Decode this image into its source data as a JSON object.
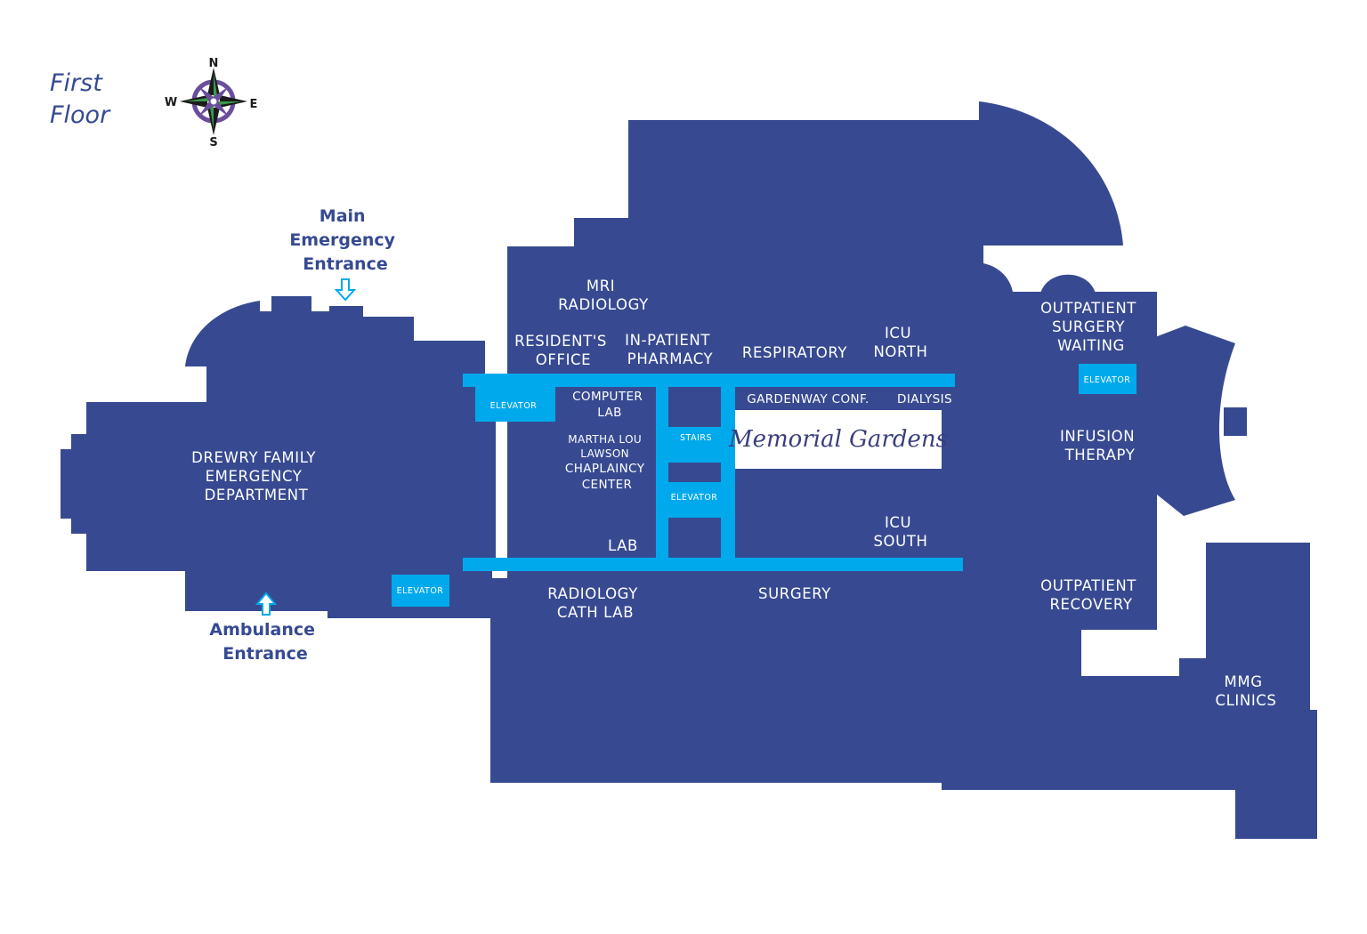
{
  "title": {
    "line1": "First",
    "line2": "Floor"
  },
  "compass": {
    "n": "N",
    "s": "S",
    "e": "E",
    "w": "W"
  },
  "entrances": {
    "main": [
      "Main",
      "Emergency",
      "Entrance"
    ],
    "ambulance": [
      "Ambulance",
      "Entrance"
    ]
  },
  "rooms": {
    "mri": [
      "MRI",
      "RADIOLOGY"
    ],
    "residents": [
      "RESIDENT'S",
      "OFFICE"
    ],
    "inpatient_pharmacy": [
      "IN-PATIENT",
      "PHARMACY"
    ],
    "respiratory": [
      "RESPIRATORY"
    ],
    "icu_north": [
      "ICU",
      "NORTH"
    ],
    "outpatient_waiting": [
      "OUTPATIENT",
      "SURGERY",
      "WAITING"
    ],
    "computer_lab": [
      "COMPUTER",
      "LAB"
    ],
    "gardenway": [
      "GARDENWAY CONF."
    ],
    "dialysis": [
      "DIALYSIS"
    ],
    "chaplaincy": [
      "MARTHA LOU",
      "LAWSON",
      "CHAPLAINCY",
      "CENTER"
    ],
    "infusion": [
      "INFUSION",
      "THERAPY"
    ],
    "emergency_dept": [
      "DREWRY FAMILY",
      "EMERGENCY",
      "DEPARTMENT"
    ],
    "lab": [
      "LAB"
    ],
    "icu_south": [
      "ICU",
      "SOUTH"
    ],
    "radiology_cath": [
      "RADIOLOGY",
      "CATH LAB"
    ],
    "surgery": [
      "SURGERY"
    ],
    "outpatient_recovery": [
      "OUTPATIENT",
      "RECOVERY"
    ],
    "mmg": [
      "MMG",
      "CLINICS"
    ]
  },
  "markers": {
    "elevator": "ELEVATOR",
    "stairs": "STAIRS"
  },
  "garden": "Memorial Gardens",
  "colors": {
    "building": "#374a91",
    "corridor": "#00a9ec",
    "text_dark": "#364a92",
    "compass_green": "#3a9a4a",
    "compass_purple": "#6a4e9c"
  }
}
